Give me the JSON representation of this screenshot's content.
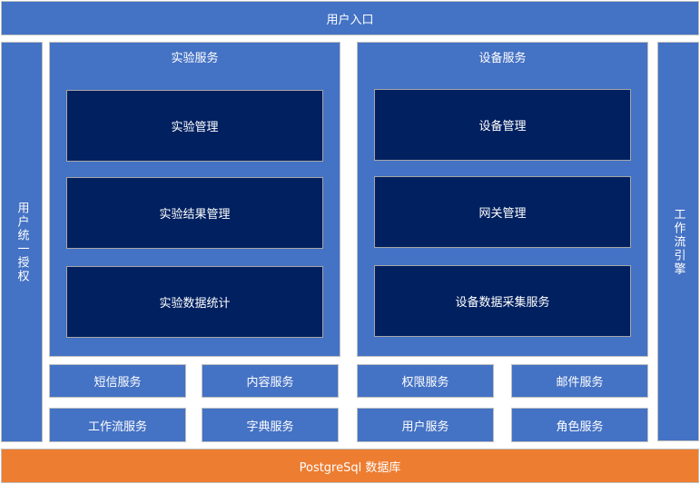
{
  "top": "用户入口",
  "left": "用户统一授权",
  "right": "工作流引擎",
  "bottom": "PostgreSql 数据库",
  "experiment": {
    "title": "实验服务",
    "items": [
      "实验管理",
      "实验结果管理",
      "实验数据统计"
    ]
  },
  "device": {
    "title": "设备服务",
    "items": [
      "设备管理",
      "网关管理",
      "设备数据采集服务"
    ]
  },
  "services": [
    "短信服务",
    "内容服务",
    "权限服务",
    "邮件服务",
    "工作流服务",
    "字典服务",
    "用户服务",
    "角色服务"
  ],
  "colors": {
    "blue": "#4472C4",
    "dark": "#002060",
    "orange": "#ED7D31"
  }
}
